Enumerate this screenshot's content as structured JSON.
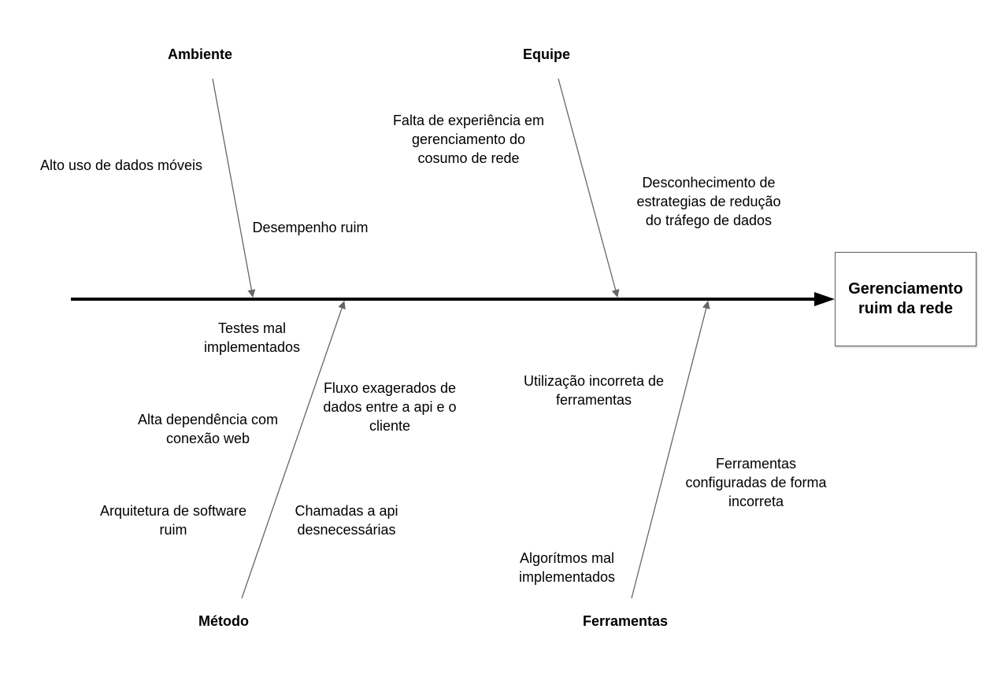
{
  "effect": "Gerenciamento\nruim da rede",
  "categories": {
    "ambiente": "Ambiente",
    "equipe": "Equipe",
    "metodo": "Método",
    "ferramentas": "Ferramentas"
  },
  "causes": {
    "ambiente": [
      "Alto uso de dados móveis",
      "Desempenho ruim"
    ],
    "equipe": [
      "Falta de experiência em\ngerenciamento do\ncosumo de rede",
      "Desconhecimento de\nestrategias de redução\ndo tráfego de dados"
    ],
    "metodo": [
      "Testes mal\nimplementados",
      "Alta dependência com\nconexão web",
      "Fluxo exagerados de\ndados entre a api e o\ncliente",
      "Arquitetura de software\nruim",
      "Chamadas a api\ndesnecessárias"
    ],
    "ferramentas": [
      "Utilização incorreta de\nferramentas",
      "Ferramentas\nconfiguradas de forma\nincorreta",
      "Algorítmos mal\nimplementados"
    ]
  }
}
